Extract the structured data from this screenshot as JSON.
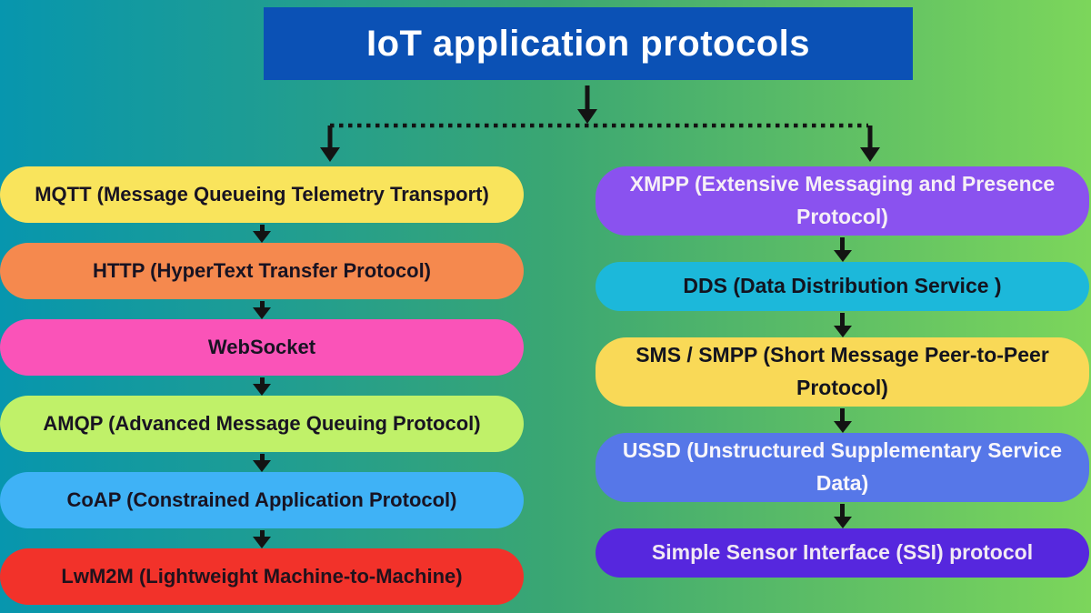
{
  "title": {
    "label": "IoT application protocols",
    "bg": "#0b51b5",
    "text_color": "#ffffff"
  },
  "background": {
    "gradient_left": "#0796ae",
    "gradient_right": "#7cd65b"
  },
  "connector": {
    "color": "#131313",
    "style": "center arrow from title splits via dotted line to two columns"
  },
  "left_column": {
    "items": [
      {
        "label": "MQTT (Message Queueing Telemetry Transport)",
        "color": "#f9e45c",
        "text_color": "#181322"
      },
      {
        "label": "HTTP (HyperText Transfer Protocol)",
        "color": "#f5894e",
        "text_color": "#181322"
      },
      {
        "label": "WebSocket",
        "color": "#fa53b8",
        "text_color": "#181322"
      },
      {
        "label": "AMQP (Advanced Message Queuing Protocol)",
        "color": "#c0f169",
        "text_color": "#181322"
      },
      {
        "label": "CoAP (Constrained Application Protocol)",
        "color": "#3fb2f6",
        "text_color": "#181322"
      },
      {
        "label": "LwM2M (Lightweight Machine-to-Machine)",
        "color": "#f2322a",
        "text_color": "#20121c"
      }
    ]
  },
  "right_column": {
    "items": [
      {
        "label": "XMPP (Extensive Messaging and Presence Protocol)",
        "color": "#8a52ef",
        "text_color": "#f6eff6"
      },
      {
        "label": "DDS (Data Distribution Service )",
        "color": "#1cb8da",
        "text_color": "#13141f"
      },
      {
        "label": "SMS / SMPP (Short Message Peer-to-Peer Protocol)",
        "color": "#f9d957",
        "text_color": "#13141f"
      },
      {
        "label": "USSD (Unstructured Supplementary Service Data)",
        "color": "#5677e8",
        "text_color": "#f8f6fb"
      },
      {
        "label": "Simple Sensor Interface (SSI) protocol",
        "color": "#5627de",
        "text_color": "#f1e9f3"
      }
    ]
  }
}
